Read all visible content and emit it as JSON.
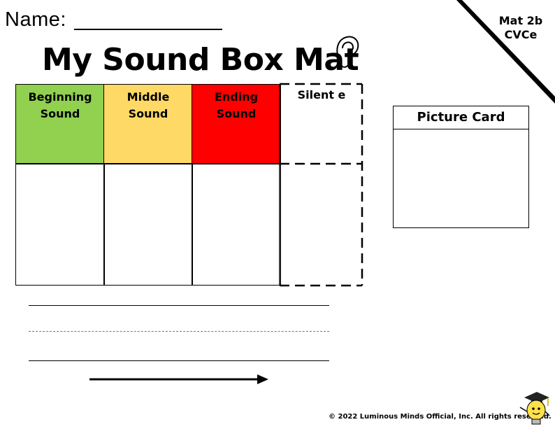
{
  "header": {
    "name_label": "Name:",
    "title": "My Sound Box Mat",
    "mat_label_line1": "Mat 2b",
    "mat_label_line2": "CVCe"
  },
  "sound_boxes": [
    {
      "label_line1": "Beginning",
      "label_line2": "Sound",
      "color": "#92d050"
    },
    {
      "label_line1": "Middle",
      "label_line2": "Sound",
      "color": "#ffd966"
    },
    {
      "label_line1": "Ending",
      "label_line2": "Sound",
      "color": "#ff0000"
    },
    {
      "label_line1": "Silent e",
      "label_line2": "",
      "color": "#ffffff"
    }
  ],
  "picture_card": {
    "title": "Picture Card"
  },
  "footer": {
    "copyright": "© 2022 Luminous Minds Official, Inc. All rights reserved."
  },
  "icons": {
    "ear": "ear-icon",
    "arrow": "right-arrow-icon",
    "mascot": "lightbulb-graduate-icon"
  }
}
